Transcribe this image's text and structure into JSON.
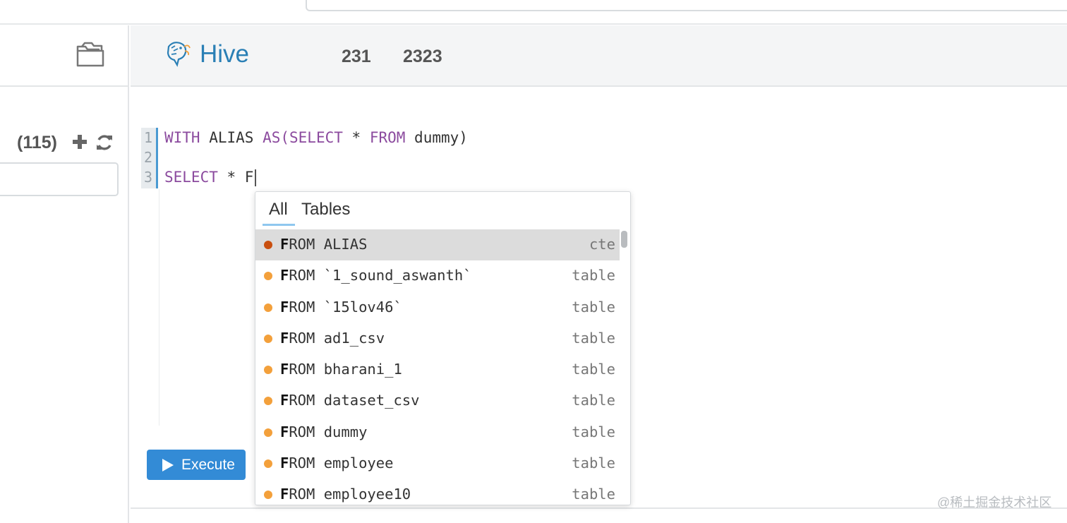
{
  "left_panel": {
    "count": "(115)",
    "filter_value": ""
  },
  "header": {
    "app_title": "Hive",
    "num1": "231",
    "num2": "2323"
  },
  "editor": {
    "line_numbers": [
      "1",
      "2",
      "3"
    ],
    "line1": {
      "t1": "WITH",
      "t2": " ALIAS ",
      "t3": "AS(SELECT",
      "t4": " * ",
      "t5": "FROM",
      "t6": " dummy)"
    },
    "line3": {
      "t1": "SELECT",
      "t2": " * F"
    }
  },
  "execute": {
    "label": "Execute"
  },
  "autocomplete": {
    "tabs": [
      "All",
      "Tables"
    ],
    "active_tab": "All",
    "items": [
      {
        "match": "F",
        "rest": "ROM ALIAS",
        "type": "cte",
        "dot": "#c94f0f",
        "selected": true
      },
      {
        "match": "F",
        "rest": "ROM `1_sound_aswanth`",
        "type": "table",
        "dot": "#f3a03b"
      },
      {
        "match": "F",
        "rest": "ROM `15lov46`",
        "type": "table",
        "dot": "#f3a03b"
      },
      {
        "match": "F",
        "rest": "ROM ad1_csv",
        "type": "table",
        "dot": "#f3a03b"
      },
      {
        "match": "F",
        "rest": "ROM bharani_1",
        "type": "table",
        "dot": "#f3a03b"
      },
      {
        "match": "F",
        "rest": "ROM dataset_csv",
        "type": "table",
        "dot": "#f3a03b"
      },
      {
        "match": "F",
        "rest": "ROM dummy",
        "type": "table",
        "dot": "#f3a03b"
      },
      {
        "match": "F",
        "rest": "ROM employee",
        "type": "table",
        "dot": "#f3a03b"
      },
      {
        "match": "F",
        "rest": "ROM employee10",
        "type": "table",
        "dot": "#f3a03b"
      }
    ]
  },
  "watermark": "@稀土掘金技术社区",
  "colors": {
    "accent": "#338bd6",
    "title": "#2a7fb5",
    "keyword": "#8b4a9e"
  },
  "icons": [
    "folder-icon",
    "plus-icon",
    "refresh-icon",
    "hive-logo-icon",
    "play-icon"
  ]
}
